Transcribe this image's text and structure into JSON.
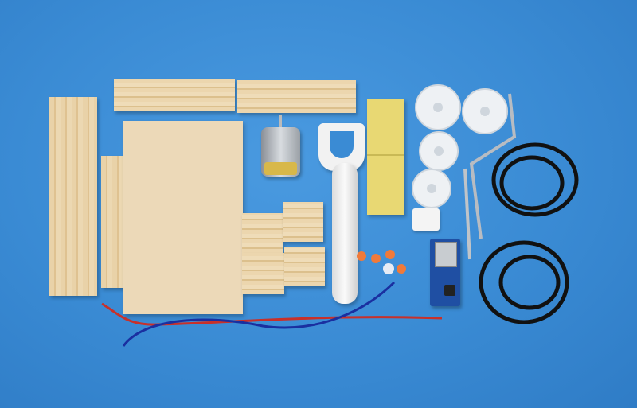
{
  "scene": {
    "background_color": "#3a8bd4",
    "objects": [
      "wood-stick",
      "wood-strip",
      "wood-block-top-left",
      "wood-block-top-right",
      "plywood-sheet",
      "wood-cube",
      "dc-motor",
      "motor-holder",
      "white-tube",
      "yellow-foam-pads",
      "pulley",
      "led-board",
      "usb-charger-module",
      "crank-rod",
      "metal-axle",
      "rubber-band",
      "red-wire",
      "blue-wire",
      "orange-washer"
    ],
    "colors": {
      "wood": "#e9d2a8",
      "plywood": "#ecd9b8",
      "pads": "#e8d873",
      "pcb": "#1f4fa3",
      "rubber": "#111111",
      "wire_red": "#c8302a",
      "wire_blue": "#1a2fa0"
    }
  }
}
